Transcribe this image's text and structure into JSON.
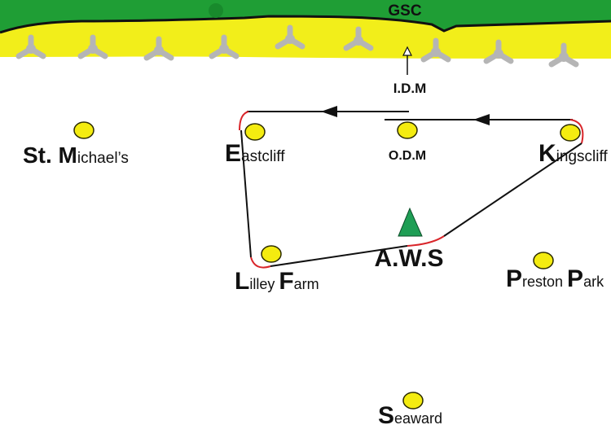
{
  "map": {
    "landmass_label": "GSC",
    "colors": {
      "land": "#1f9e35",
      "land_edge": "#111111",
      "beach": "#f2ee1a",
      "rocks": "#b5b5b5",
      "node_fill": "#f4ec10",
      "node_stroke": "#2b2b00",
      "route": "#111111",
      "route_corner": "#d9252a",
      "aws_marker": "#1f9e55"
    },
    "stations": [
      {
        "id": "st-michaels",
        "initial": "St. M",
        "rest": "ichael’s"
      },
      {
        "id": "eastcliff",
        "initial": "E",
        "rest": "astcliff"
      },
      {
        "id": "odm",
        "initial": "",
        "rest": "O.D.M"
      },
      {
        "id": "kingscliff",
        "initial": "K",
        "rest": "ingscliff"
      },
      {
        "id": "lilley-farm",
        "initial": "L",
        "rest": "illey ",
        "initial2": "F",
        "rest2": "arm"
      },
      {
        "id": "preston-park",
        "initial": "P",
        "rest": "reston ",
        "initial2": "P",
        "rest2": "ark"
      },
      {
        "id": "seaward",
        "initial": "S",
        "rest": "eaward"
      }
    ],
    "aws_label": "A.W.S",
    "idm_label": "I.D.M"
  }
}
